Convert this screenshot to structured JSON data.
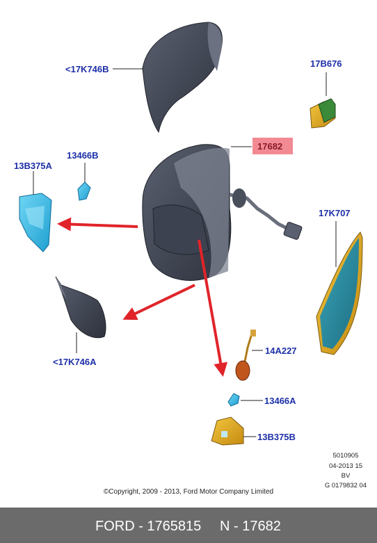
{
  "callouts": {
    "cover_upper": "<17K746B",
    "bulb_housing": "17B676",
    "main_part": "17682",
    "lamp_lens_left": "13B375A",
    "bulb_left": "13466B",
    "glass": "17K707",
    "cover_lower": "<17K746A",
    "harness": "14A227",
    "bulb_right": "13466A",
    "lamp_lens_right": "13B375B"
  },
  "meta": {
    "line1": "5010905",
    "line2": "04-2013 15",
    "line3": "BV",
    "line4": "G 0179832 04"
  },
  "copyright": "©Copyright, 2009 - 2013, Ford Motor Company Limited",
  "footer": {
    "left": "FORD - 1765815",
    "right": "N - 17682"
  },
  "colors": {
    "label": "#1c2fa8",
    "highlight": "#f28a93",
    "arrow": "#e0242a",
    "footer_bg": "#6b6b6b"
  }
}
